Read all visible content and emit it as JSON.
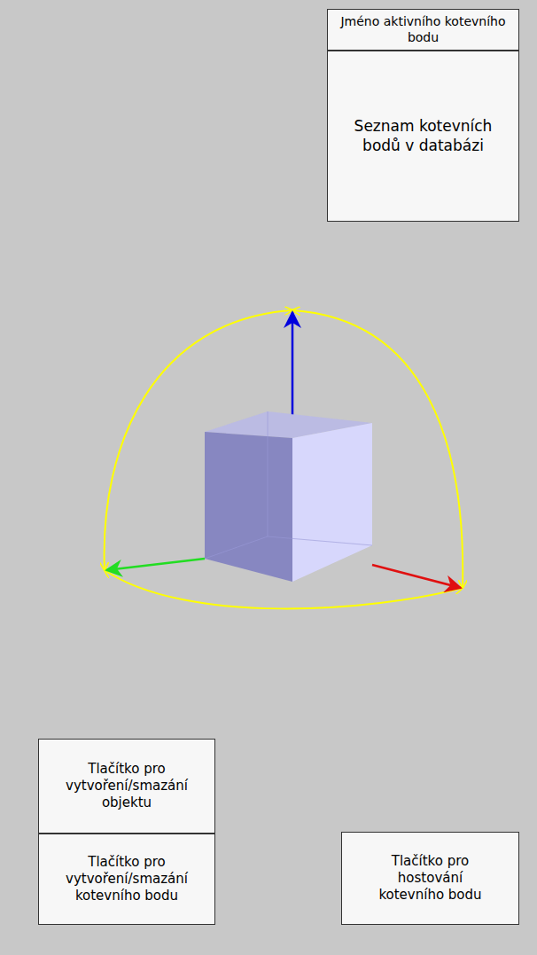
{
  "diagram": {
    "nodes": [
      {
        "text": [
          "Jméno aktivního kotevního bodu"
        ]
      },
      {
        "text": [
          "Seznam kotevních bodů v databázi"
        ]
      },
      {
        "text": [
          "Tlačítko pro vytvoření/smazání objektu"
        ]
      },
      {
        "text": [
          "Tlačítko pro vytvoření/smazání kotevního bodu"
        ]
      },
      {
        "text": [
          "Tlačítko pro hostování kotevního bodu"
        ]
      }
    ]
  }
}
